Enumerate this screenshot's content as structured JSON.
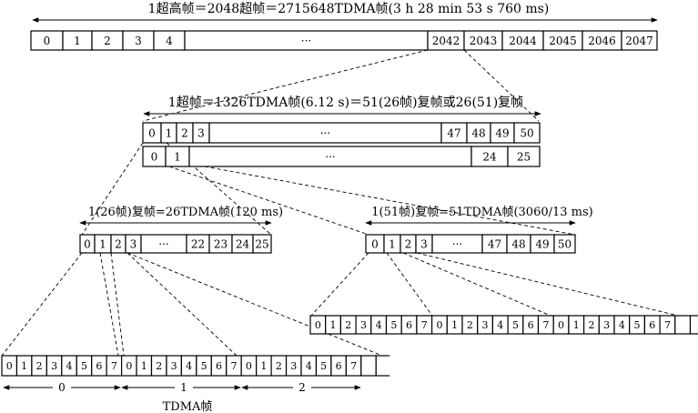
{
  "hyperframe": {
    "title": "1超高帧＝2048超帧＝2715648TDMA帧(3 h 28 min 53 s 760 ms)",
    "cells": [
      "0",
      "1",
      "2",
      "3",
      "4",
      "···",
      "2042",
      "2043",
      "2044",
      "2045",
      "2046",
      "2047"
    ]
  },
  "superframe": {
    "title": "1超帧＝1326TDMA帧(6.12 s)＝51(26帧)复帧或26(51)复帧",
    "row_a": [
      "0",
      "1",
      "2",
      "3",
      "···",
      "47",
      "48",
      "49",
      "50"
    ],
    "row_b": [
      "0",
      "1",
      "···",
      "24",
      "25"
    ]
  },
  "multiframe26": {
    "title": "1(26帧)复帧=26TDMA帧(120 ms)",
    "cells": [
      "0",
      "1",
      "2",
      "3",
      "···",
      "22",
      "23",
      "24",
      "25"
    ]
  },
  "multiframe51": {
    "title": "1(51帧)复帧=51TDMA帧(3060/13 ms)",
    "cells": [
      "0",
      "1",
      "2",
      "3",
      "···",
      "47",
      "48",
      "49",
      "50"
    ]
  },
  "tdma_row_right": {
    "cells": [
      "0",
      "1",
      "2",
      "3",
      "4",
      "5",
      "6",
      "7",
      "0",
      "1",
      "2",
      "3",
      "4",
      "5",
      "6",
      "7",
      "0",
      "1",
      "2",
      "3",
      "4",
      "5",
      "6",
      "7",
      "",
      ""
    ]
  },
  "tdma_row_left": {
    "cells": [
      "0",
      "1",
      "2",
      "3",
      "4",
      "5",
      "6",
      "7",
      "0",
      "1",
      "2",
      "3",
      "4",
      "5",
      "6",
      "7",
      "0",
      "1",
      "2",
      "3",
      "4",
      "5",
      "6",
      "7",
      "",
      ""
    ],
    "groups": [
      "0",
      "1",
      "2"
    ],
    "caption": "TDMA帧"
  }
}
